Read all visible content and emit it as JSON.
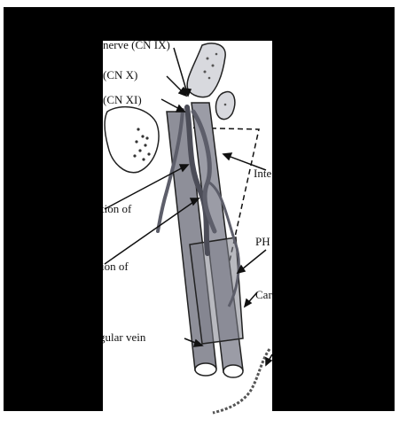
{
  "labels": {
    "cn9": "nerve (CN IX)",
    "cn10": "(CN X)",
    "cn11": "(CN XI)",
    "inte": "Inte",
    "division1": "tion of",
    "division2": "ion of",
    "ph": "PH",
    "car": "Car",
    "jugular": "gular vein"
  },
  "colors": {
    "frame": "#000000",
    "panel": "#ffffff",
    "vessel": "#8e8f99",
    "vessel_dark": "#6b6d78",
    "nerve": "#5d5e6a",
    "bone": "#d8d9de"
  }
}
